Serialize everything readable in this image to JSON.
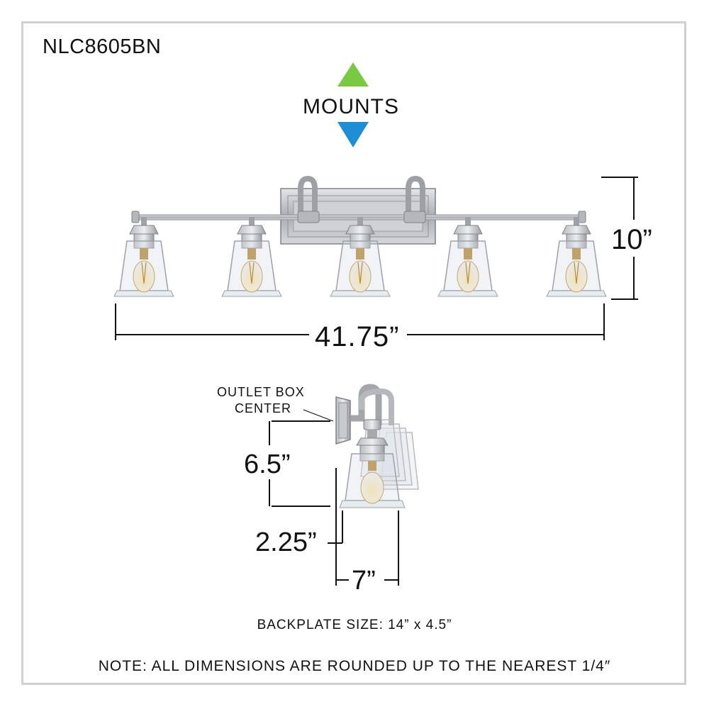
{
  "model_number": "NLC8605BN",
  "mounts": {
    "label": "MOUNTS",
    "up_color": "#7ac943",
    "down_color": "#1e8ed6"
  },
  "dimensions": {
    "width": "41.75”",
    "height": "10”",
    "outlet_box_line1": "OUTLET BOX",
    "outlet_box_line2": "CENTER",
    "outlet_height": "6.5”",
    "backplate_offset": "2.25”",
    "depth": "7”"
  },
  "backplate_size": "BACKPLATE SIZE: 14” x 4.5”",
  "note": "NOTE:  ALL DIMENSIONS ARE ROUNDED UP TO THE NEAREST  1/4″",
  "colors": {
    "frame": "#d0d0d0",
    "metal": "#a7abb0",
    "glass": "#cfd6dc",
    "bulb": "#d9b36a"
  },
  "icons": [
    "triangle-up-icon",
    "triangle-down-icon"
  ]
}
